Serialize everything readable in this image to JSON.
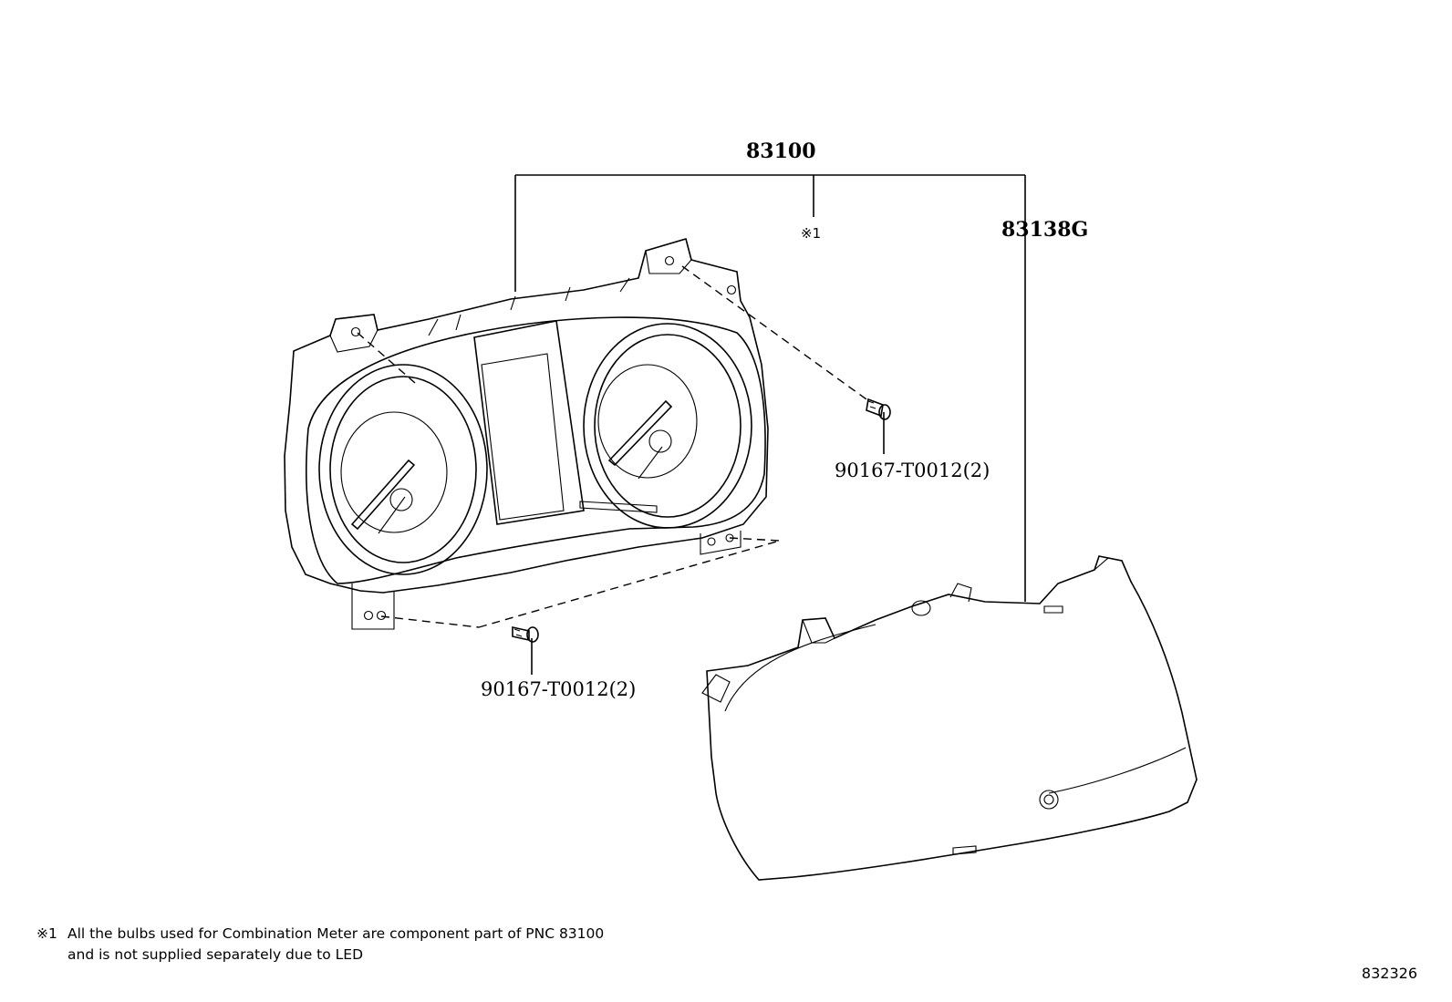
{
  "labels": {
    "assembly": "83100",
    "note_ref": "※1",
    "housing": "83138G",
    "screw_upper": "90167-T0012(2)",
    "screw_lower": "90167-T0012(2)"
  },
  "footnote": {
    "mark": "※1",
    "line1": "All the bulbs used for Combination Meter are component part of PNC 83100",
    "line2": "and is not supplied separately due to LED"
  },
  "illustration_number": "832326"
}
